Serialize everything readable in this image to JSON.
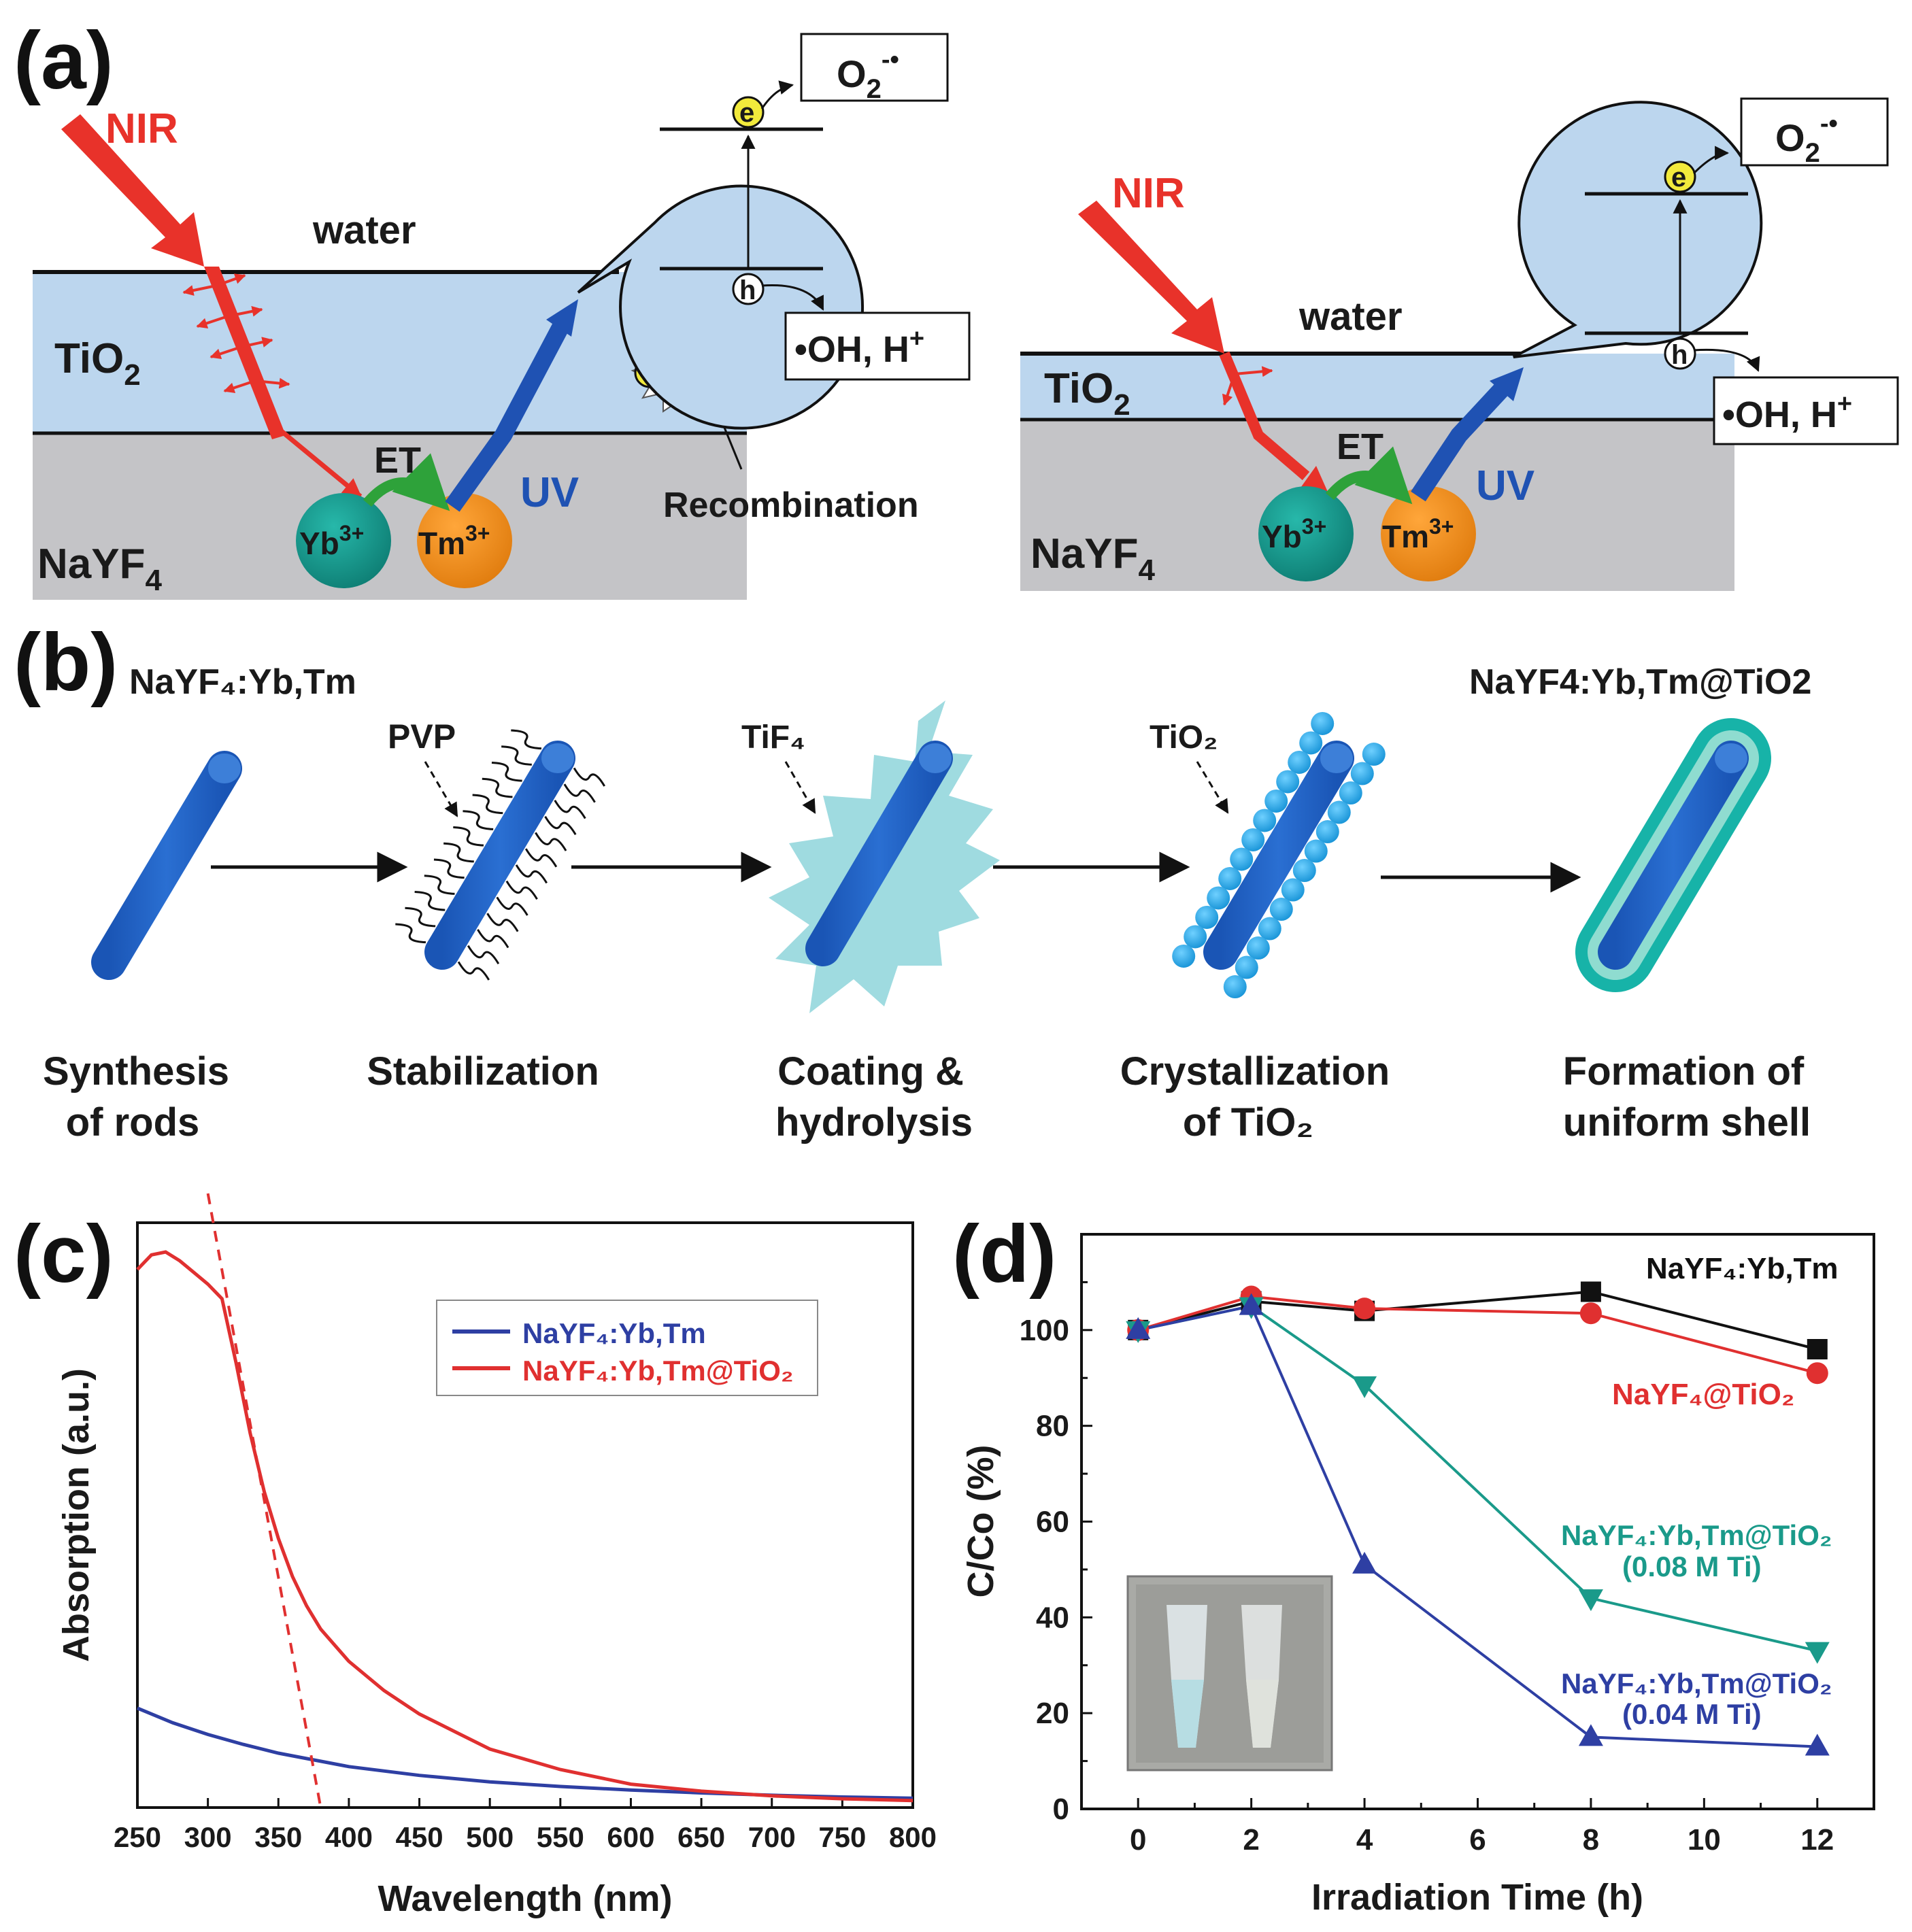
{
  "panel_a": {
    "letter": "(a)",
    "left": {
      "nir": "NIR",
      "water": "water",
      "tio2": "TiO",
      "tio2_sub": "2",
      "nayf4": "NaYF",
      "nayf4_sub": "4",
      "et": "ET",
      "uv": "UV",
      "yb": "Yb",
      "yb_sup": "3+",
      "tm": "Tm",
      "tm_sup": "3+",
      "e": "e",
      "h": "h",
      "plus": "+",
      "o2": "O",
      "o2_sub": "2",
      "o2_sup": "-•",
      "oh": "•OH, H",
      "oh_sup": "+",
      "recombination": "Recombination"
    },
    "right": {
      "nir": "NIR",
      "water": "water",
      "tio2": "TiO",
      "tio2_sub": "2",
      "nayf4": "NaYF",
      "nayf4_sub": "4",
      "et": "ET",
      "uv": "UV",
      "yb": "Yb",
      "yb_sup": "3+",
      "tm": "Tm",
      "tm_sup": "3+",
      "e": "e",
      "h": "h",
      "o2": "O",
      "o2_sub": "2",
      "o2_sup": "-•",
      "oh": "•OH, H",
      "oh_sup": "+"
    }
  },
  "panel_b": {
    "letter": "(b)",
    "title_left": "NaYF₄:Yb,Tm",
    "title_right": "NaYF4:Yb,Tm@TiO2",
    "pvp": "PVP",
    "tif4": "TiF₄",
    "tio2": "TiO₂",
    "steps": [
      {
        "line1": "Synthesis",
        "line2": "of rods"
      },
      {
        "line1": "Stabilization",
        "line2": ""
      },
      {
        "line1": "Coating &",
        "line2": "hydrolysis"
      },
      {
        "line1": "Crystallization",
        "line2": "of TiO₂"
      },
      {
        "line1": "Formation of",
        "line2": "uniform shell"
      }
    ]
  },
  "colors": {
    "tio2_layer": "#bcd6ee",
    "nayf4_layer": "#c4c4c7",
    "nir": "#e8322a",
    "uv": "#1f52b3",
    "et": "#2ea23a",
    "yb": "#139488",
    "tm": "#f08a17",
    "rod": "#1f5fc0",
    "shell": "#17b3a8",
    "coating": "#9fdbe0",
    "dots": "#1fa3e0"
  },
  "chart_data": [
    {
      "panel": "(c)",
      "type": "line",
      "xlabel": "Wavelength (nm)",
      "ylabel": "Absorption (a.u.)",
      "xlim": [
        250,
        800
      ],
      "xticks": [
        250,
        300,
        350,
        400,
        450,
        500,
        550,
        600,
        650,
        700,
        750,
        800
      ],
      "legend_position": "top-right",
      "series": [
        {
          "name": "NaYF₄:Yb,Tm",
          "color": "#2e3fa3",
          "x": [
            250,
            275,
            300,
            325,
            350,
            400,
            450,
            500,
            550,
            600,
            650,
            700,
            750,
            800
          ],
          "y": [
            0.17,
            0.145,
            0.125,
            0.108,
            0.093,
            0.07,
            0.055,
            0.044,
            0.036,
            0.03,
            0.025,
            0.021,
            0.018,
            0.016
          ]
        },
        {
          "name": "NaYF₄:Yb,Tm@TiO₂",
          "color": "#e03030",
          "x": [
            250,
            260,
            270,
            280,
            290,
            300,
            310,
            320,
            330,
            340,
            350,
            360,
            370,
            380,
            400,
            425,
            450,
            475,
            500,
            550,
            600,
            650,
            700,
            750,
            800
          ],
          "y": [
            0.92,
            0.945,
            0.95,
            0.935,
            0.915,
            0.895,
            0.87,
            0.76,
            0.64,
            0.54,
            0.46,
            0.395,
            0.345,
            0.305,
            0.25,
            0.2,
            0.16,
            0.13,
            0.1,
            0.065,
            0.04,
            0.028,
            0.02,
            0.015,
            0.012
          ]
        }
      ],
      "tangent_line": {
        "x": [
          300,
          380
        ],
        "y": [
          1.05,
          0.0
        ]
      }
    },
    {
      "panel": "(d)",
      "type": "line",
      "xlabel": "Irradiation Time (h)",
      "ylabel": "C/Co (%)",
      "xlim": [
        -1,
        13
      ],
      "ylim": [
        0,
        120
      ],
      "xticks": [
        0,
        2,
        4,
        6,
        8,
        10,
        12
      ],
      "yticks": [
        0,
        20,
        40,
        60,
        80,
        100
      ],
      "series": [
        {
          "name": "NaYF₄:Yb,Tm",
          "color": "#111111",
          "marker": "square",
          "x": [
            0,
            2,
            4,
            8,
            12
          ],
          "y": [
            100,
            106,
            104,
            108,
            96
          ]
        },
        {
          "name": "NaYF₄@TiO₂",
          "color": "#e03030",
          "marker": "circle",
          "x": [
            0,
            2,
            4,
            8,
            12
          ],
          "y": [
            100,
            107,
            104.5,
            103.5,
            91
          ]
        },
        {
          "name": "NaYF₄:Yb,Tm@TiO₂",
          "name2": "(0.08 M Ti)",
          "color": "#1a9a8a",
          "marker": "triangle-down",
          "x": [
            0,
            2,
            4,
            8,
            12
          ],
          "y": [
            100,
            105,
            88.5,
            44,
            33
          ]
        },
        {
          "name": "NaYF₄:Yb,Tm@TiO₂",
          "name2": "(0.04 M Ti)",
          "color": "#2e3fa3",
          "marker": "triangle-up",
          "x": [
            0,
            2,
            4,
            8,
            12
          ],
          "y": [
            100,
            105,
            51,
            15,
            13
          ]
        }
      ]
    }
  ]
}
